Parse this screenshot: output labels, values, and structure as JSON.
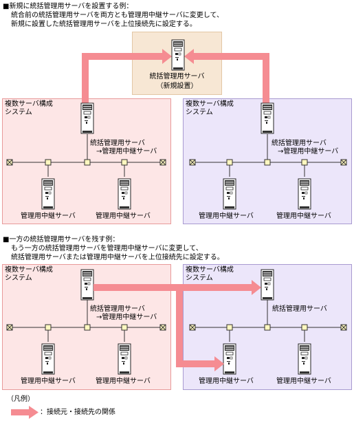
{
  "section1": {
    "title": "■新規に統括管理用サーバを設置する例：",
    "desc_line1": "統合前の統括管理用サーバを両方とも管理用中継サーバに変更して、",
    "desc_line2": "新規に設置した統括管理用サーバを上位接続先に設定する。",
    "new_server_label": "統括管理用サーバ",
    "new_server_sub": "（新規設置）",
    "left_system": {
      "title_line1": "複数サーバ構成",
      "title_line2": "システム",
      "main_label_line1": "統括管理用サーバ",
      "main_label_line2": "→管理用中継サーバ",
      "relay1": "管理用中継サーバ",
      "relay2": "管理用中継サーバ"
    },
    "right_system": {
      "title_line1": "複数サーバ構成",
      "title_line2": "システム",
      "main_label_line1": "統括管理用サーバ",
      "main_label_line2": "→管理用中継サーバ",
      "relay1": "管理用中継サーバ",
      "relay2": "管理用中継サーバ"
    }
  },
  "section2": {
    "title": "■一方の統括管理用サーバを残す例：",
    "desc_line1": "もう一方の統括管理用サーバを管理用中継サーバに変更して、",
    "desc_line2": "統括管理用サーバまたは管理用中継サーバを上位接続先に設定する。",
    "left_system": {
      "title_line1": "複数サーバ構成",
      "title_line2": "システム",
      "main_label_line1": "統括管理用サーバ",
      "main_label_line2": "→管理用中継サーバ",
      "relay1": "管理用中継サーバ",
      "relay2": "管理用中継サーバ"
    },
    "right_system": {
      "title_line1": "複数サーバ構成",
      "title_line2": "システム",
      "main_label": "統括管理用サーバ",
      "relay1": "管理用中継サーバ",
      "relay2": "管理用中継サーバ"
    }
  },
  "legend": {
    "title": "（凡例）",
    "arrow_text": "：接続元・接続先の関係"
  },
  "colors": {
    "pink_bg": "#fde6e6",
    "purple_bg": "#ece6fa",
    "peach_bg": "#f7e7d4",
    "arrow": "#f58c92"
  }
}
